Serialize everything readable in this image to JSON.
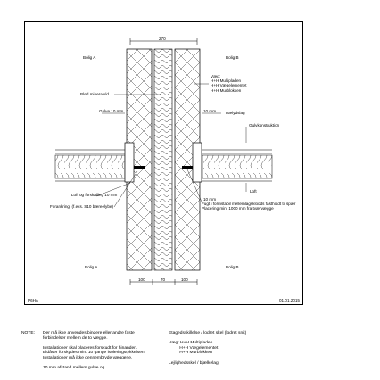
{
  "drawing": {
    "dim_total": "270",
    "dims_bottom": [
      "100",
      "70",
      "100"
    ],
    "room_top_left": "Bolig A",
    "room_top_right": "Bolig B",
    "room_bottom_left": "Bolig A",
    "room_bottom_right": "Bolig B",
    "wall_label": [
      "Væg:",
      "H+H Multipladen",
      "H+H Vægelementet",
      "H+H Murblokken"
    ],
    "mineral_wool": "Blød mineraluld",
    "gap_left": "Gulve 10 mm",
    "gap_right": "10 mm",
    "wood_layer": "Trælydslag",
    "floor_construction": "Gulvkonstruktion",
    "ceiling_gap": "Loft og forskalling 10 mm",
    "anchor": "Forankring, (f.eks. S10 bæreelybe)",
    "ceiling_right": "Loft",
    "gap_right_lower": "10 mm",
    "joint_text": [
      "Fugt i formstabil mellemlagskloods fastholdt til spær",
      "Placering min. 1000 mm fra tværvægge"
    ],
    "code": "P6HA",
    "date": "01.01.2015"
  },
  "notes": {
    "prefix": "NOTE:",
    "left": [
      "Der må ikke anvendes bindere eller andre faste",
      "forbindelser mellem de to vægge.",
      "",
      "Installationer skal placeres forskudt for hinanden.",
      "Eldåser forskydes min. 10 gange isoleringstykkelsen.",
      "Installationer må ikke gennembryde væggene.",
      "",
      "10 mm afstand mellem gulve og"
    ],
    "right": [
      "Etagedsskillelse / lodret skel (lodret snit)",
      "",
      "Væg: H+H Multipladen",
      "         H+H Vægelementet",
      "         H+H Murblokken",
      "",
      "Lejlighedsskel / bjælkelag"
    ]
  }
}
